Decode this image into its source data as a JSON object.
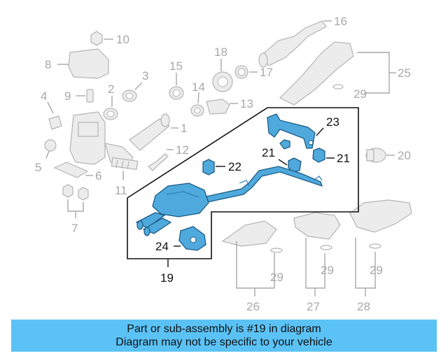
{
  "diagram": {
    "callouts": {
      "c1": "1",
      "c2": "2",
      "c3": "3",
      "c4": "4",
      "c5": "5",
      "c6": "6",
      "c7": "7",
      "c8": "8",
      "c9": "9",
      "c10": "10",
      "c11": "11",
      "c12": "12",
      "c13": "13",
      "c14": "14",
      "c15": "15",
      "c16": "16",
      "c17": "17",
      "c18": "18",
      "c19": "19",
      "c20": "20",
      "c21a": "21",
      "c21b": "21",
      "c22": "22",
      "c23": "23",
      "c24": "24",
      "c25": "25",
      "c26": "26",
      "c27": "27",
      "c28": "28",
      "c29a": "29",
      "c29b": "29",
      "c29c": "29",
      "c29d": "29"
    },
    "colors": {
      "highlight": "#4fa9dc",
      "ghost": "#b4b4b4",
      "banner": "#5bc2f5"
    }
  },
  "banner": {
    "line1": "Part or sub-assembly is #19 in diagram",
    "line2": "Diagram may not be specific to your vehicle"
  }
}
